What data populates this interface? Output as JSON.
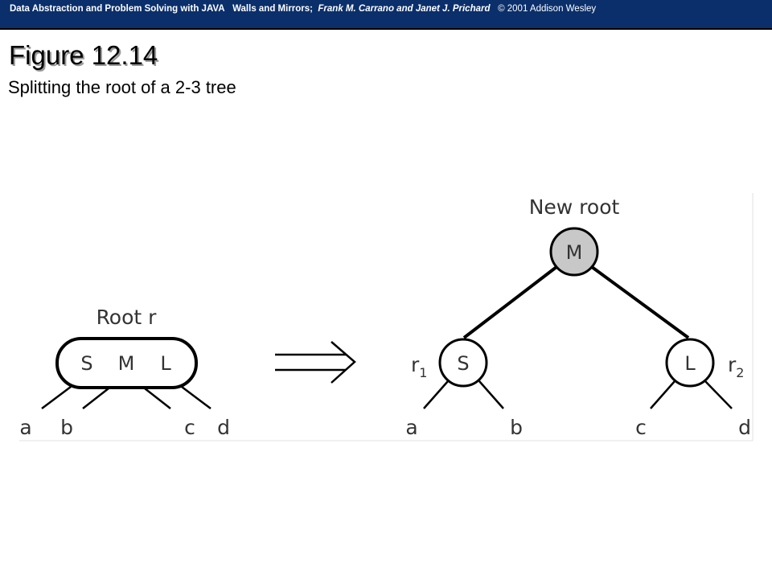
{
  "header": {
    "book_title": "Data Abstraction and Problem Solving with JAVA",
    "subtitle": "Walls and Mirrors;",
    "authors": "Frank M. Carrano and Janet J. Prichard",
    "copyright": "© 2001 Addison Wesley"
  },
  "figure": {
    "number": "Figure 12.14",
    "caption": "Splitting the root of a 2-3 tree"
  },
  "diagram": {
    "before": {
      "label": "Root r",
      "keys": [
        "S",
        "M",
        "L"
      ],
      "children": [
        "a",
        "b",
        "c",
        "d"
      ]
    },
    "after": {
      "root_label": "New root",
      "root_key": "M",
      "left": {
        "key": "S",
        "label": "r",
        "label_sub": "1",
        "children": [
          "a",
          "b"
        ]
      },
      "right": {
        "key": "L",
        "label": "r",
        "label_sub": "2",
        "children": [
          "c",
          "d"
        ]
      }
    },
    "colors": {
      "new_root_fill": "#c8c8c8",
      "line": "#000000",
      "banner": "#0a2f6b"
    }
  }
}
